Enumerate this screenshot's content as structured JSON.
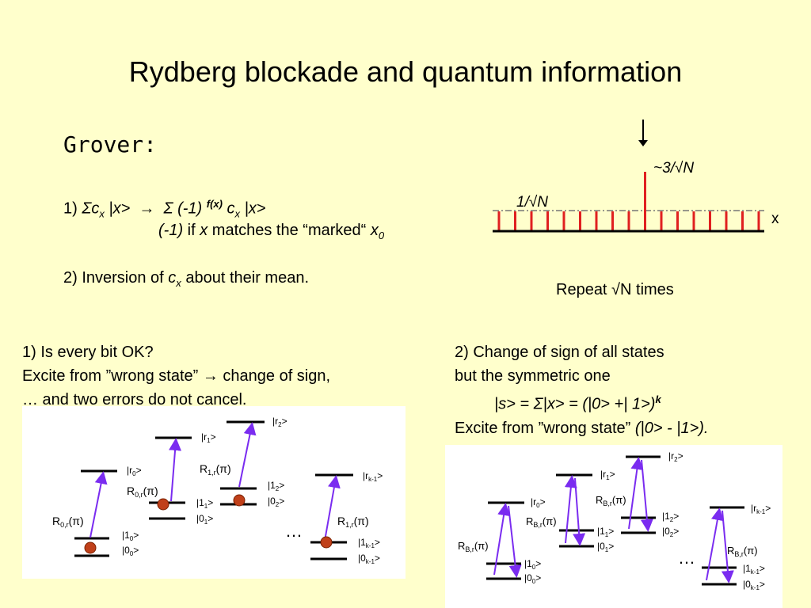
{
  "title": "Rydberg blockade and quantum information",
  "grover": {
    "heading": "Grover:",
    "step1": {
      "num": "1)",
      "lhs": "Σc",
      "lhs_sub": "x",
      "lhs_ket": " |x>",
      "arrow": "→",
      "rhs": "Σ (-1)",
      "rhs_sup": "f(x)",
      "rhs_c": "c",
      "rhs_sub": "x",
      "rhs_ket": " |x>"
    },
    "step1_note": {
      "sign": "(-1)",
      "if": " if ",
      "x": "x",
      "rest": " matches the “marked“ ",
      "x0": "x",
      "x0_sub": "0"
    },
    "step2": {
      "text": "2) Inversion of ",
      "c": "c",
      "sub": "x",
      "rest": " about their mean."
    }
  },
  "amplitude_plot": {
    "marked_label": "~3/√N",
    "base_label": "1/√N",
    "axis_label": "x",
    "repeat_text": "Repeat √N times"
  },
  "left_note": {
    "line1": "1) Is every bit OK?",
    "line2a": "Excite from ”wrong state”  ",
    "arrow": "→",
    "line2b": " change of sign,",
    "line3": "… and two errors do not cancel."
  },
  "right_note": {
    "line1": "2) Change of sign of all states",
    "line2": "but the symmetric one",
    "line3": "|s> =  Σ|x> = (|0> +| 1>)",
    "line3_sup": "k",
    "line4a": "Excite from ”wrong state” ",
    "line4b": "(|0> - |1>)."
  },
  "left_diagram": {
    "levels": {
      "r0": "|r",
      "r0s": "0",
      "r1": "|r",
      "r1s": "1",
      "r2": "|r",
      "r2s": "2",
      "rk": "|r",
      "rks": "k-1",
      "l10": "|1",
      "l10s": "0",
      "l00": "|0",
      "l00s": "0",
      "l11": "|1",
      "l11s": "1",
      "l01": "|0",
      "l01s": "1",
      "l12": "|1",
      "l12s": "2",
      "l02": "|0",
      "l02s": "2",
      "l1k": "|1",
      "l1ks": "k-1",
      "l0k": "|0",
      "l0ks": "k-1",
      "ket_end": ">"
    },
    "pulses": {
      "p0a": "R",
      "p0a_s": "0,r",
      "p0a_t": "(π)",
      "p0b": "R",
      "p0b_s": "0,r",
      "p0b_t": "(π)",
      "p1a": "R",
      "p1a_s": "1,r",
      "p1a_t": "(π)",
      "p1b": "R",
      "p1b_s": "1,r",
      "p1b_t": "(π)"
    },
    "ellipsis": "…"
  },
  "right_diagram": {
    "pulse": "R",
    "pulse_s": "B,r",
    "pulse_t": "(π)",
    "ellipsis": "…"
  },
  "colors": {
    "background": "#ffffcc",
    "bar": "#e02020",
    "arrow": "#7a2cf0",
    "atom": "#c0401a"
  }
}
